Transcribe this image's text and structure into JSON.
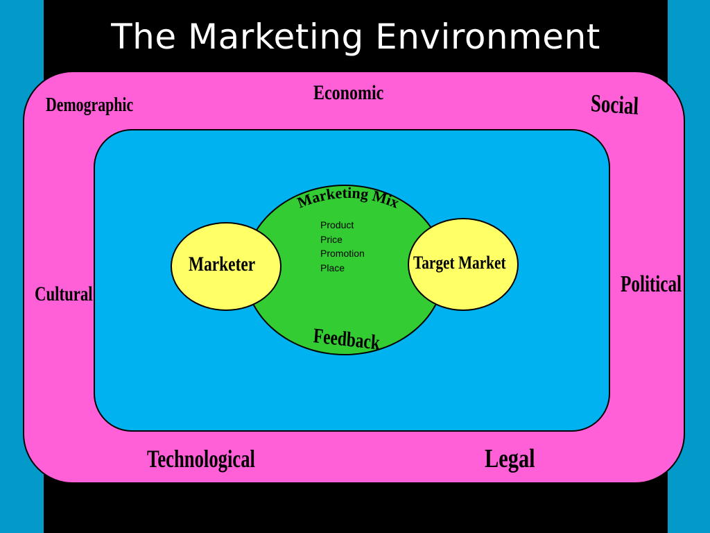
{
  "slide": {
    "title": "The Marketing Environment"
  },
  "environment": {
    "demographic": "Demographic",
    "economic": "Economic",
    "social": "Social",
    "cultural": "Cultural",
    "political": "Political",
    "technological": "Technological",
    "legal": "Legal"
  },
  "core": {
    "marketer": "Marketer",
    "marketing_mix": "Marketing Mix",
    "mix_items": [
      "Product",
      "Price",
      "Promotion",
      "Place"
    ],
    "target_market": "Target Market",
    "feedback": "Feedback"
  },
  "colors": {
    "side_bands": "#0399c9",
    "background": "#000000",
    "outer_ring": "#ff5fd7",
    "inner_panel": "#00b3f0",
    "mix_circle": "#33cc33",
    "actor_circles": "#ffff66",
    "title_text": "#ffffff"
  }
}
